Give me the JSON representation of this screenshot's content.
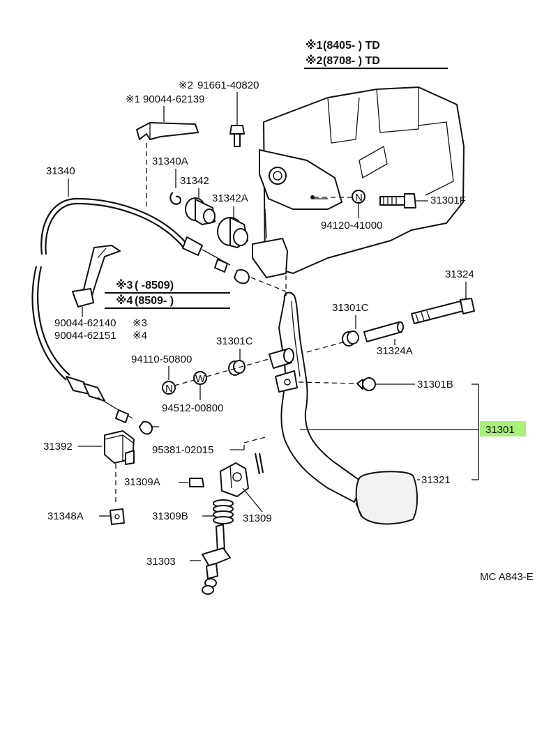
{
  "header": {
    "note1_mark": "※1",
    "note1_text": "(8405-        ) TD",
    "note2_mark": "※2",
    "note2_text": "(8708-        ) TD"
  },
  "notes_mid": {
    "note3_mark": "※3",
    "note3_text": "(      -8509)",
    "note4_mark": "※4",
    "note4_text": "(8509-        )"
  },
  "labels": {
    "p91661": "91661-40820",
    "p91661_mark": "※2",
    "p90044_62139": "90044-62139",
    "p90044_62139_mark": "※1",
    "p31340": "31340",
    "p31340A": "31340A",
    "p31342": "31342",
    "p31342A": "31342A",
    "p94120": "94120-41000",
    "p31301F": "31301F",
    "p31324": "31324",
    "p31301C_upper": "31301C",
    "p31324A": "31324A",
    "p31301C_lower": "31301C",
    "p94110": "94110-50800",
    "p94512": "94512-00800",
    "p31301B": "31301B",
    "p31301": "31301",
    "p90044_62140": "90044-62140",
    "p90044_62140_mark": "※3",
    "p90044_62151": "90044-62151",
    "p90044_62151_mark": "※4",
    "p31392": "31392",
    "p95381": "95381-02015",
    "p31309A": "31309A",
    "p31309B": "31309B",
    "p31309": "31309",
    "p31321": "31321",
    "p31348A": "31348A",
    "p31303": "31303",
    "circle_N": "N",
    "circle_W": "W"
  },
  "diagram_code": "MC A843-E",
  "colors": {
    "highlight": "#a8f07a",
    "ink": "#111111"
  }
}
